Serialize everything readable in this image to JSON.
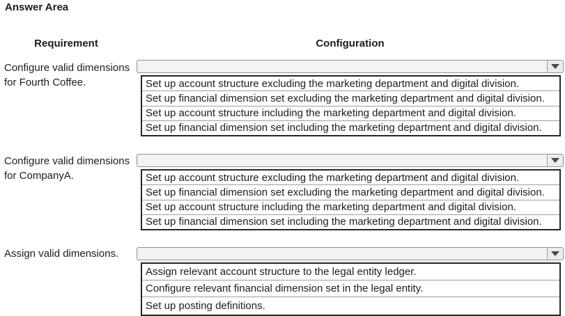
{
  "title": "Answer Area",
  "headers": {
    "requirement": "Requirement",
    "configuration": "Configuration"
  },
  "icons": {
    "dropdown_arrow": "chevron-down triangle"
  },
  "colors": {
    "background": "#ffffff",
    "text": "#1c1c1c",
    "combobox_bg": "#f3f3f3",
    "combobox_border": "#919191",
    "arrow": "#474747",
    "list_border": "#262626",
    "row_divider": "#9e9e9e"
  },
  "blocks": [
    {
      "requirement": "Configure valid dimensions for Fourth Coffee.",
      "selected": "",
      "options": [
        "Set up account structure excluding the marketing department and digital division.",
        "Set up financial dimension set excluding the marketing department and digital division.",
        "Set up account structure including the marketing department and digital division.",
        "Set up financial dimension set including the marketing department and digital division."
      ]
    },
    {
      "requirement": "Configure valid dimensions for CompanyA.",
      "selected": "",
      "options": [
        "Set up account structure excluding the marketing department and digital division.",
        "Set up financial dimension set excluding the marketing department and digital division.",
        "Set up account structure including the marketing department and digital division.",
        "Set up financial dimension set including the marketing department and digital division."
      ]
    },
    {
      "requirement": "Assign valid dimensions.",
      "selected": "",
      "options": [
        "Assign relevant account structure to the legal entity ledger.",
        "Configure relevant financial dimension set in the legal entity.",
        "Set up posting definitions."
      ]
    }
  ]
}
